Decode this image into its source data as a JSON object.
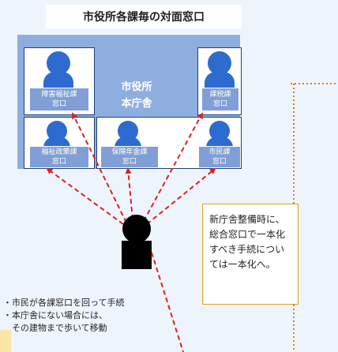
{
  "title": "市役所各課毎の対面窓口",
  "building_label": [
    "市役所",
    "本庁舎"
  ],
  "counters": [
    {
      "id": "shogai",
      "line1": "障害福祉課",
      "line2": "窓口"
    },
    {
      "id": "kazei",
      "line1": "課税課",
      "line2": "窓口"
    },
    {
      "id": "fukushi",
      "line1": "福祉政策課",
      "line2": "窓口"
    },
    {
      "id": "hoken",
      "line1": "保険年金課",
      "line2": "窓口"
    },
    {
      "id": "shimin",
      "line1": "市民課",
      "line2": "窓口"
    }
  ],
  "note": "新庁舎整備時に、総合窓口で一本化すべき手続については一本化へ。",
  "bullets": [
    "・市民が各課窓口を回って手続",
    "・本庁舎にない場合には、",
    "　その建物まで歩いて移動"
  ],
  "colors": {
    "building": "#8faee0",
    "person": "#2e6bd0",
    "arrow": "#e02020",
    "note_border": "#e0a020",
    "dotted": "#e07820"
  }
}
